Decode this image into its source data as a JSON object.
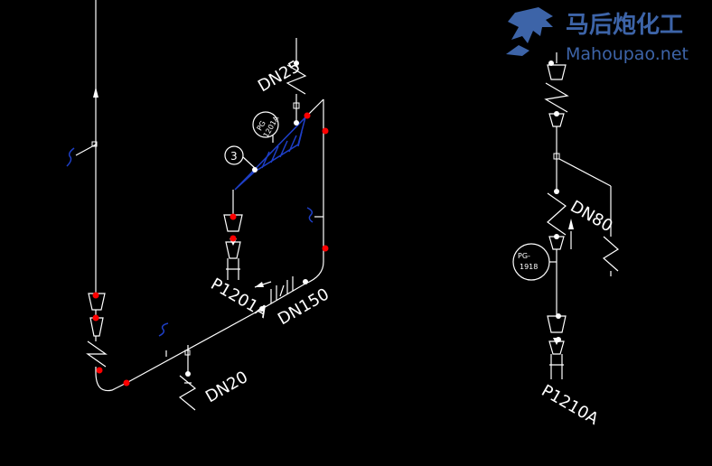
{
  "watermark": {
    "cn": "马后炮化工",
    "en": "Mahoupao.net"
  },
  "labels": {
    "dn25": "DN25",
    "dn20": "DN20",
    "dn150": "DN150",
    "dn80": "DN80",
    "p1201a": "P1201A",
    "p1210a": "P1210A",
    "bubble3": "3",
    "pg_left_1": "PG",
    "pg_left_2": "1201A",
    "pg_right_1": "PG-",
    "pg_right_2": "1918"
  },
  "colors": {
    "background": "#000000",
    "line": "#ffffff",
    "point": "#ff0000",
    "blue": "#1e3fc8",
    "watermark": "#3d64a8"
  },
  "icons": {
    "logo": "horse-logo-icon"
  }
}
